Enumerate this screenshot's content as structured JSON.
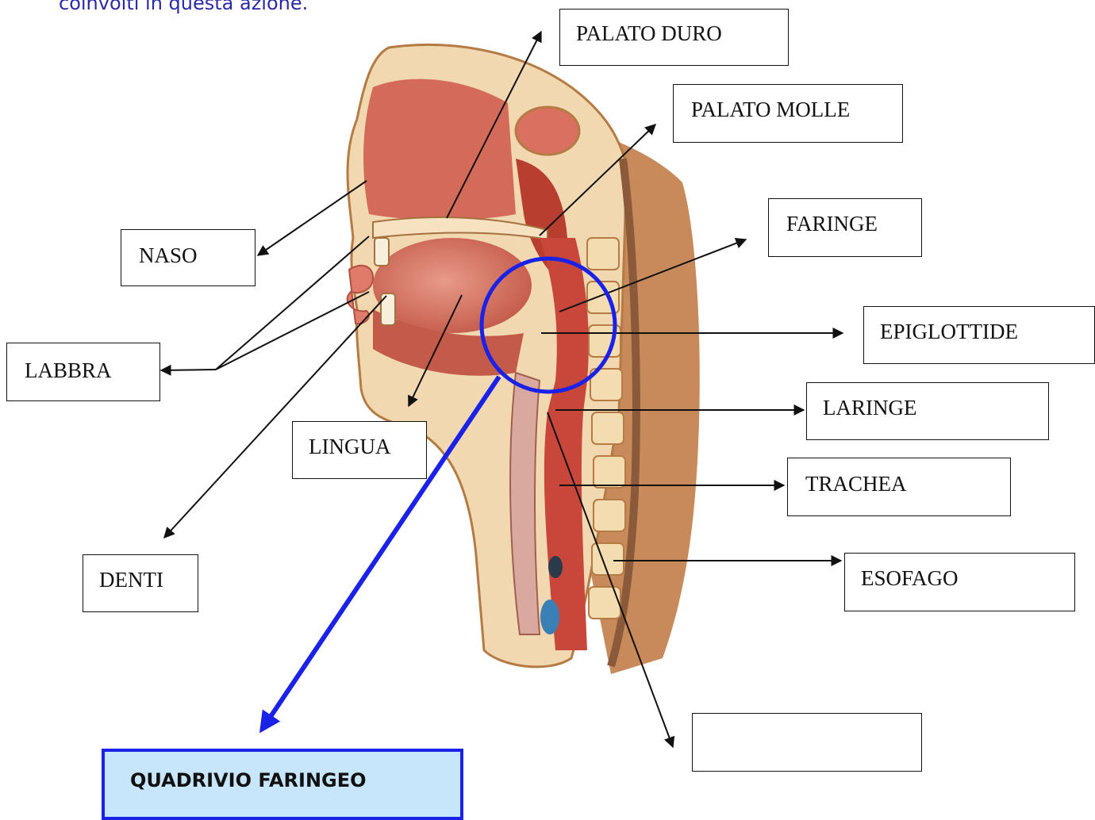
{
  "intro_text": "coinvolti in questa azione.",
  "labels": {
    "palato_duro": "PALATO DURO",
    "palato_molle": "PALATO MOLLE",
    "faringe": "FARINGE",
    "naso": "NASO",
    "epiglottide": "EPIGLOTTIDE",
    "labbra": "LABBRA",
    "laringe": "LARINGE",
    "lingua": "LINGUA",
    "trachea": "TRACHEA",
    "denti": "DENTI",
    "esofago": "ESOFAGO",
    "blank": ""
  },
  "callout": {
    "title": "QUADRIVIO FARINGEO"
  },
  "colors": {
    "arrow": "#111111",
    "highlight": "#1a22e8",
    "callout_fill": "#c7e5fb",
    "intro_text": "#2a2aa8"
  },
  "illustration": "sagittal-head-neck-anatomy"
}
